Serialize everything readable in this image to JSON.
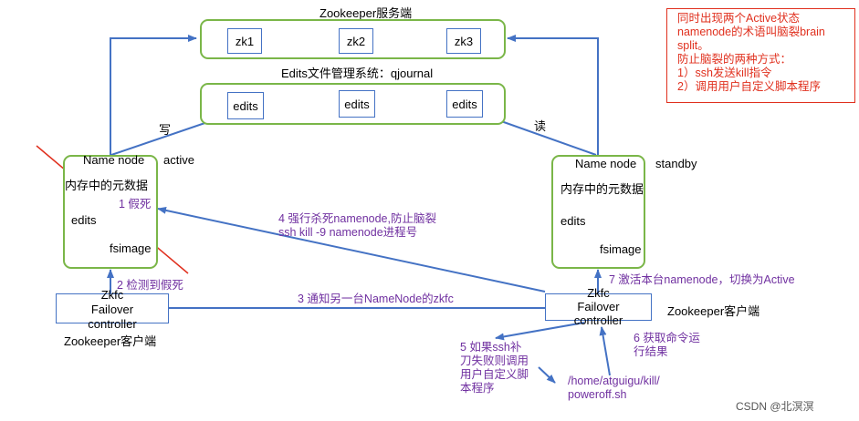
{
  "zk_cluster": {
    "title": "Zookeeper服务端",
    "nodes": [
      "zk1",
      "zk2",
      "zk3"
    ]
  },
  "qjournal": {
    "title": "Edits文件管理系统：qjournal",
    "nodes": [
      "edits",
      "edits",
      "edits"
    ]
  },
  "namenode_active": {
    "title": "Name node",
    "state": "active",
    "meta": "内存中的元数据",
    "edits": "edits",
    "fsimage": "fsimage"
  },
  "namenode_standby": {
    "title": "Name node",
    "state": "standby",
    "meta": "内存中的元数据",
    "edits": "edits",
    "fsimage": "fsimage"
  },
  "zkfc_left": {
    "lines": [
      "Zkfc",
      "Failover",
      "controller"
    ],
    "client_label": "Zookeeper客户端"
  },
  "zkfc_right": {
    "lines": [
      "Zkfc",
      "Failover",
      "controller"
    ],
    "client_label": "Zookeeper客户端"
  },
  "labels": {
    "write": "写",
    "read": "读",
    "step1": "1 假死",
    "step2": "2 检测到假死",
    "step3": "3 通知另一台NameNode的zkfc",
    "step4_line1": "4 强行杀死namenode,防止脑裂",
    "step4_line2": "ssh kill -9 namenode进程号",
    "step5": [
      "5 如果ssh补",
      "刀失败则调用",
      "用户自定义脚",
      "本程序"
    ],
    "step6": [
      "6 获取命令运",
      "行结果"
    ],
    "step7": "7 激活本台namenode，切换为Active",
    "script_path": [
      "/home/atguigu/kill/",
      "poweroff.sh"
    ]
  },
  "note": {
    "lines": [
      "同时出现两个Active状态",
      "namenode的术语叫脑裂brain",
      "split。",
      "防止脑裂的两种方式：",
      "1）ssh发送kill指令",
      "2）调用用户自定义脚本程序"
    ]
  },
  "watermark": "CSDN @北溟溟",
  "colors": {
    "green_border": "#7ab648",
    "blue": "#4472c4",
    "purple": "#7030a0",
    "red": "#e0301e"
  }
}
